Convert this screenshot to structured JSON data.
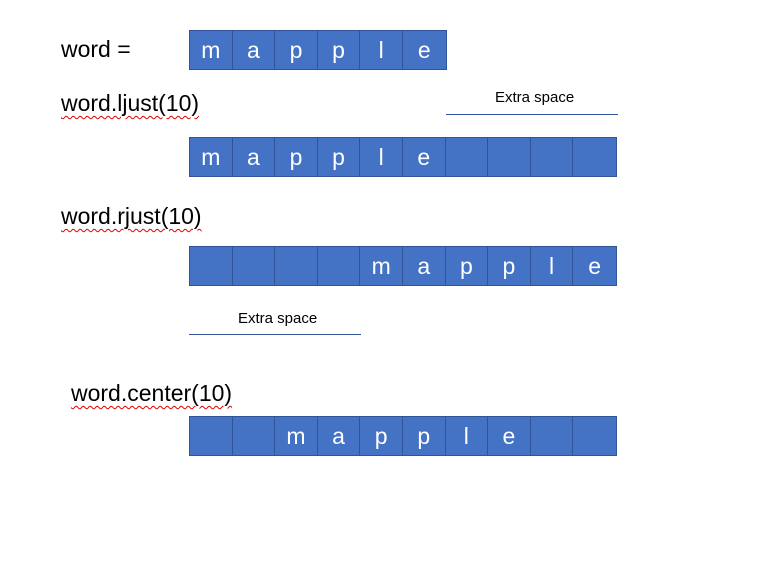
{
  "word_label": "word =",
  "ljust_label": "word.ljust(10)",
  "rjust_label": "word.rjust(10)",
  "center_label": "word.center(10)",
  "extra_space_label": "Extra space",
  "rows": {
    "word": [
      "m",
      "a",
      "p",
      "p",
      "l",
      "e"
    ],
    "ljust": [
      "m",
      "a",
      "p",
      "p",
      "l",
      "e",
      "",
      "",
      "",
      ""
    ],
    "rjust": [
      "",
      "",
      "",
      "",
      "m",
      "a",
      "p",
      "p",
      "l",
      "e"
    ],
    "center": [
      "",
      "",
      "m",
      "a",
      "p",
      "p",
      "l",
      "e",
      "",
      ""
    ]
  },
  "colors": {
    "cell_fill": "#4472c4",
    "cell_border": "#2f5597",
    "squiggle": "#e00000"
  }
}
